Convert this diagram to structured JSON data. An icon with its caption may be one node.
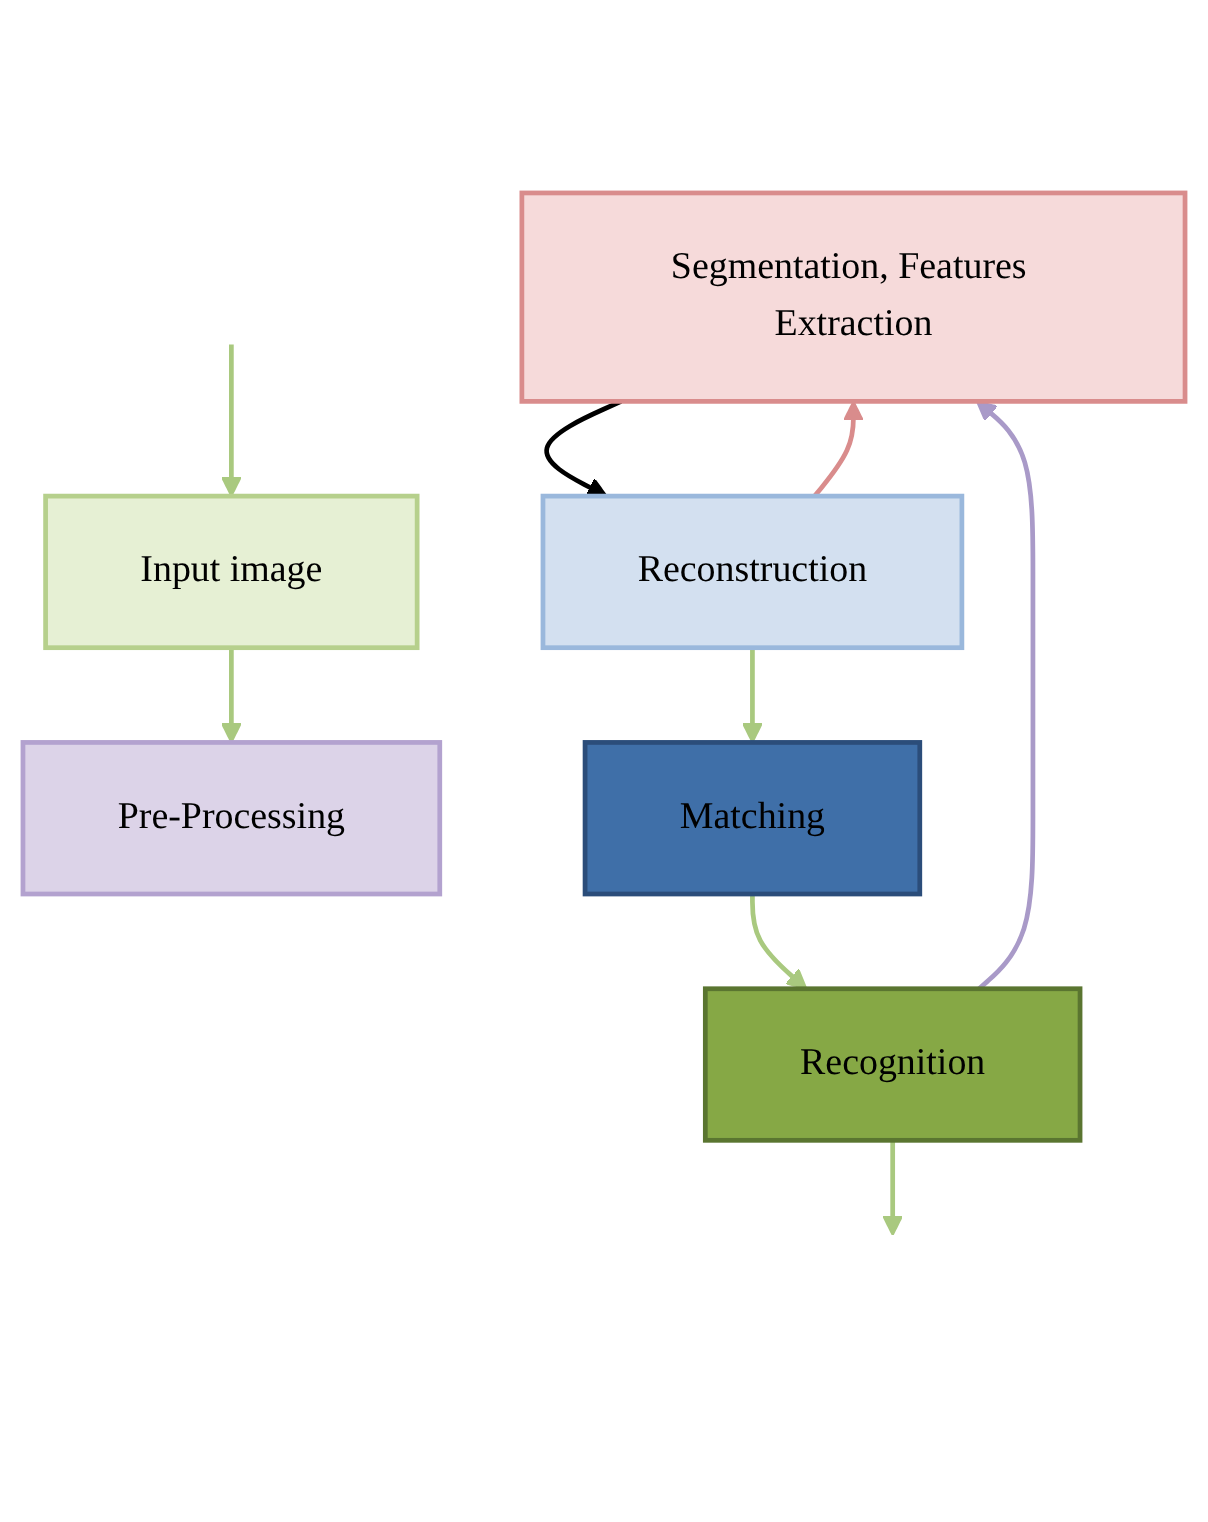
{
  "diagram": {
    "nodes": [
      {
        "text": [
          "Input image"
        ]
      },
      {
        "text": [
          "Pre-Processing"
        ]
      },
      {
        "text": [
          "Segmentation, Features Extraction"
        ]
      },
      {
        "text": [
          "Reconstruction"
        ]
      },
      {
        "text": [
          "Matching"
        ]
      },
      {
        "text": [
          "Recognition"
        ]
      }
    ],
    "edges": [
      {
        "from": null,
        "to": 0,
        "arrow": "to"
      },
      {
        "from": 0,
        "to": 1,
        "arrow": "to"
      },
      {
        "from": 3,
        "to": 2,
        "arrow": "to",
        "color": "#d98c8c"
      },
      {
        "from": 5,
        "to": 2,
        "arrow": "to",
        "color": "#a99ac8"
      },
      {
        "from": 2,
        "to": 3,
        "arrow": "to",
        "color": "#000000"
      },
      {
        "from": 3,
        "to": 4,
        "arrow": "to"
      },
      {
        "from": 4,
        "to": 5,
        "arrow": "to"
      },
      {
        "from": 5,
        "to": null,
        "arrow": "to"
      }
    ]
  }
}
